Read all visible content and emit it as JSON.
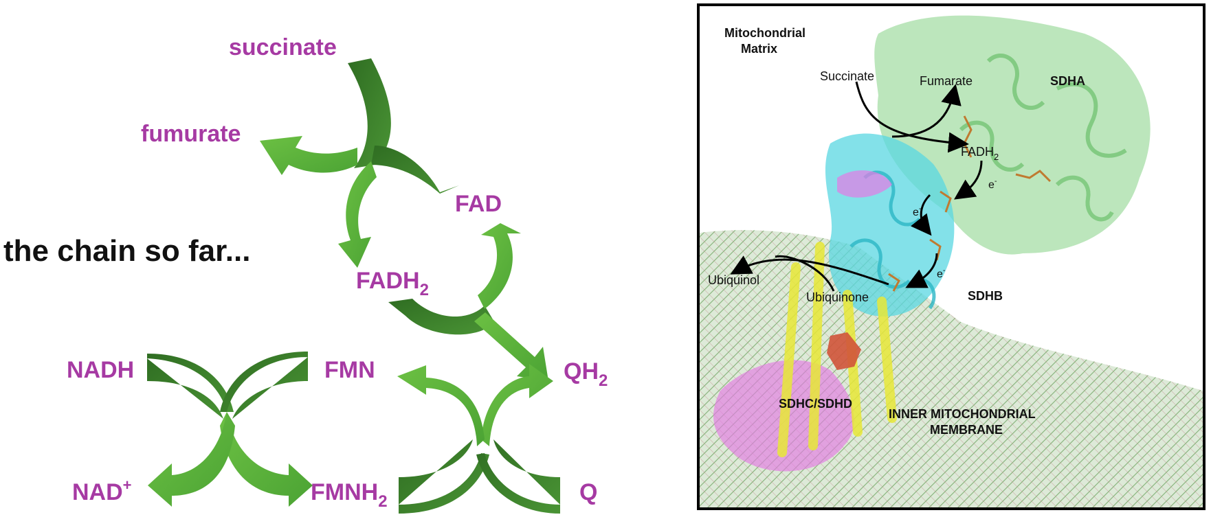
{
  "left": {
    "heading": "the chain so far...",
    "metabolites": {
      "succinate": "succinate",
      "fumurate": "fumurate",
      "fad": "FAD",
      "fadh2_base": "FADH",
      "fadh2_sub": "2",
      "nadh": "NADH",
      "fmn": "FMN",
      "qh2_base": "QH",
      "qh2_sub": "2",
      "nad_base": "NAD",
      "nad_sup": "+",
      "fmnh2_base": "FMNH",
      "fmnh2_sub": "2",
      "q": "Q"
    },
    "colors": {
      "text": "#a63aa3",
      "arrow_dark": "#3a7d2a",
      "arrow_light": "#5eb33a"
    }
  },
  "right": {
    "labels": {
      "matrix_line1": "Mitochondrial",
      "matrix_line2": "Matrix",
      "succinate": "Succinate",
      "fumarate": "Fumarate",
      "sdha": "SDHA",
      "fadh2_base": "FADH",
      "fadh2_sub": "2",
      "electron": "e",
      "electron_sup": "-",
      "ubiquinol": "Ubiquinol",
      "ubiquinone": "Ubiquinone",
      "sdhb": "SDHB",
      "sdhc_sdhd": "SDHC/SDHD",
      "membrane_line1": "INNER MITOCHONDRIAL",
      "membrane_line2": "MEMBRANE"
    },
    "colors": {
      "sdha": "#8fd88f",
      "sdhb": "#46d4e0",
      "sdhc": "#e070e0",
      "sdhd": "#f0f050",
      "membrane": "#9fc49a"
    }
  }
}
